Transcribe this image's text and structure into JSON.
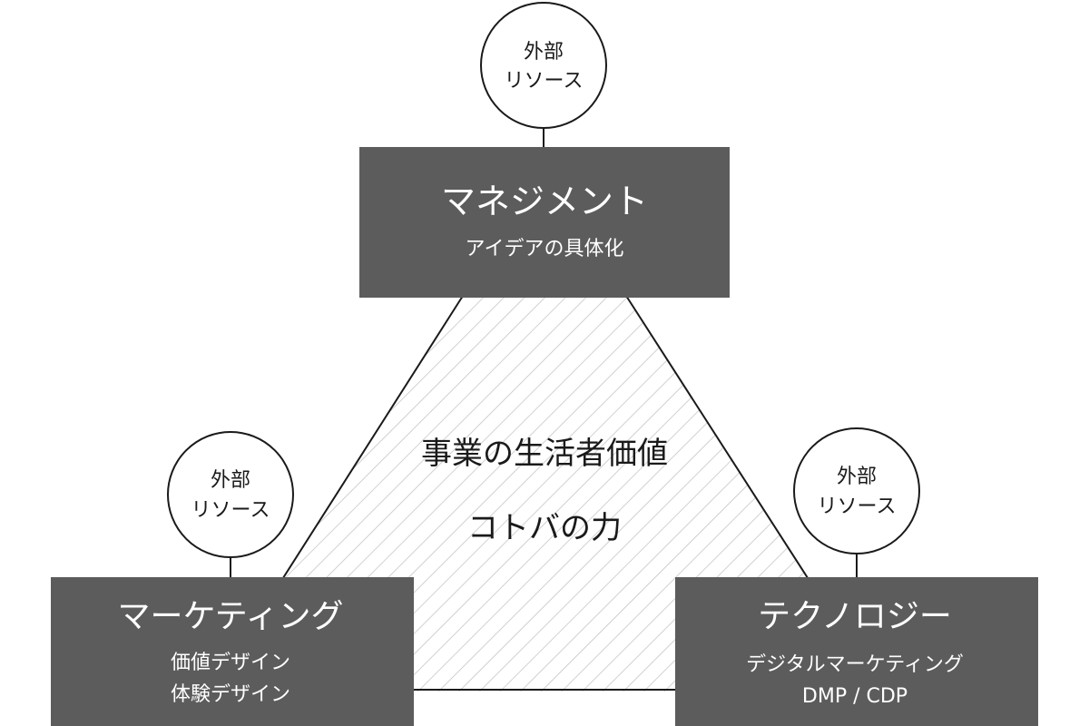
{
  "colors": {
    "box_fill": "#5c5c5c",
    "box_text": "#ffffff",
    "line": "#1a1a1a",
    "hatch": "#bdbdbd",
    "background": "#ffffff"
  },
  "center": {
    "line1": "事業の生活者価値",
    "line2": "コトバの力"
  },
  "management": {
    "title": "マネジメント",
    "subtitle": "アイデアの具体化",
    "resource_line1": "外部",
    "resource_line2": "リソース"
  },
  "marketing": {
    "title": "マーケティング",
    "subtitle_line1": "価値デザイン",
    "subtitle_line2": "体験デザイン",
    "resource_line1": "外部",
    "resource_line2": "リソース"
  },
  "technology": {
    "title": "テクノロジー",
    "subtitle_line1": "デジタルマーケティング",
    "subtitle_line2": "DMP / CDP",
    "resource_line1": "外部",
    "resource_line2": "リソース"
  }
}
